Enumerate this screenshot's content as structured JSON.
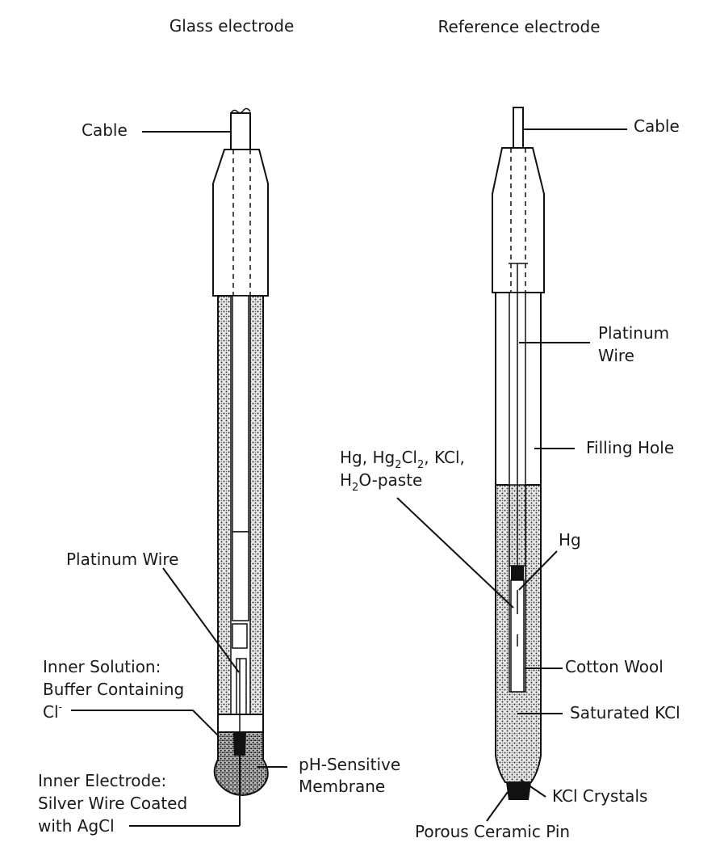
{
  "titles": {
    "glass": "Glass electrode",
    "reference": "Reference electrode"
  },
  "glass": {
    "cable": "Cable",
    "platinum_wire": "Platinum Wire",
    "inner_solution": [
      "Inner Solution:",
      "Buffer Containing",
      "Cl"
    ],
    "inner_solution_sup": "-",
    "membrane": [
      "pH-Sensitive",
      "Membrane"
    ],
    "inner_electrode": [
      "Inner Electrode:",
      "Silver Wire Coated",
      "with AgCl"
    ]
  },
  "reference": {
    "cable": "Cable",
    "platinum_wire": [
      "Platinum",
      "Wire"
    ],
    "filling_hole": "Filling Hole",
    "paste_line1": {
      "a": "Hg, Hg",
      "sub1": "2",
      "b": "Cl",
      "sub2": "2",
      "c": ", KCl,"
    },
    "paste_line2": {
      "a": "H",
      "sub": "2",
      "b": "O-paste"
    },
    "hg": "Hg",
    "cotton_wool": "Cotton Wool",
    "saturated_kcl": "Saturated KCl",
    "kcl_crystals": "KCl Crystals",
    "ceramic_pin": "Porous Ceramic Pin"
  }
}
